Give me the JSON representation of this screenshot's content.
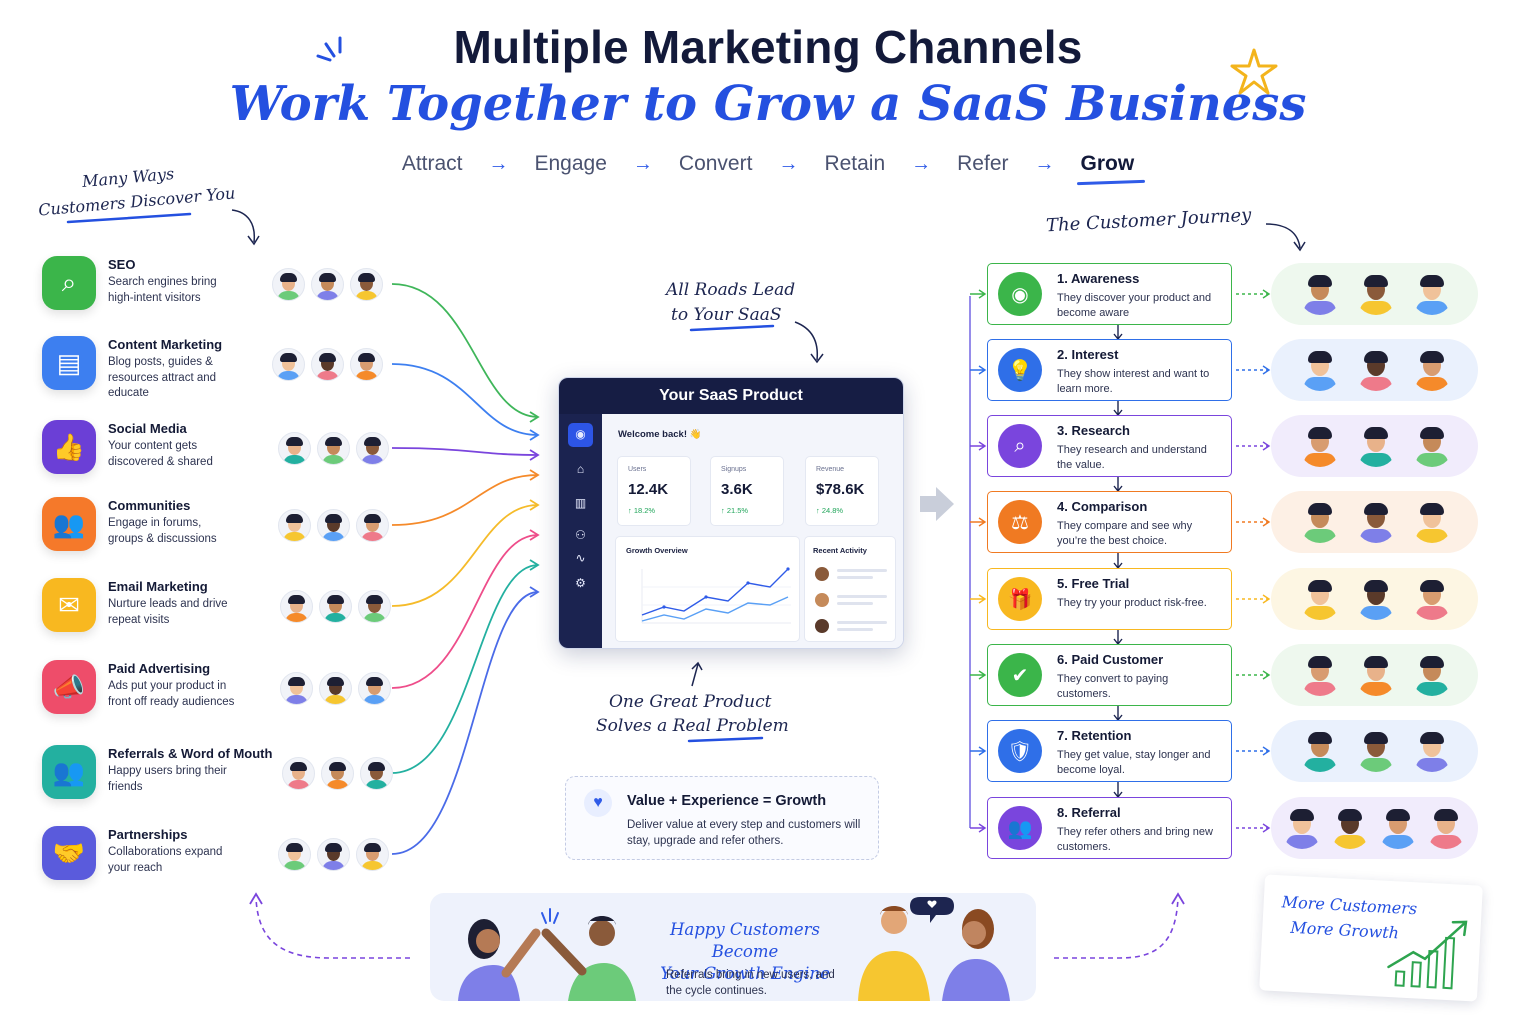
{
  "title": {
    "line1": "Multiple Marketing Channels",
    "line2": "Work Together to Grow a SaaS Business"
  },
  "flow_steps": [
    "Attract",
    "Engage",
    "Convert",
    "Retain",
    "Refer",
    "Grow"
  ],
  "flow_arrow": "→",
  "left_note": {
    "line1": "Many Ways",
    "line2": "Customers Discover You"
  },
  "channels": [
    {
      "title": "SEO",
      "desc": "Search engines bring high-intent visitors",
      "color": "#3bb54a",
      "icon": "search-icon",
      "glyph": "⌕",
      "line_color": "#3fb65a"
    },
    {
      "title": "Content Marketing",
      "desc": "Blog posts, guides & resources attract and educate",
      "color": "#3d7ff0",
      "icon": "document-icon",
      "glyph": "▤",
      "line_color": "#3d7ff0"
    },
    {
      "title": "Social Media",
      "desc": "Your content gets discovered & shared",
      "color": "#6b3fd6",
      "icon": "thumbs-up-icon",
      "glyph": "👍",
      "line_color": "#7a45dd"
    },
    {
      "title": "Communities",
      "desc": "Engage in forums, groups & discussions",
      "color": "#f5792a",
      "icon": "group-icon",
      "glyph": "👥",
      "line_color": "#f58a2a"
    },
    {
      "title": "Email Marketing",
      "desc": "Nurture leads and drive repeat visits",
      "color": "#f8b820",
      "icon": "envelope-icon",
      "glyph": "✉",
      "line_color": "#f5bb2a"
    },
    {
      "title": "Paid Advertising",
      "desc": "Ads put your product in front off ready audiences",
      "color": "#ee4d6a",
      "icon": "megaphone-icon",
      "glyph": "📣",
      "line_color": "#ee4d8a"
    },
    {
      "title": "Referrals & Word of Mouth",
      "desc": "Happy users bring their friends",
      "color": "#23b0a0",
      "icon": "people-icon",
      "glyph": "👥",
      "line_color": "#23b0a0"
    },
    {
      "title": "Partnerships",
      "desc": "Collaborations expand your reach",
      "color": "#5a5bdc",
      "icon": "handshake-icon",
      "glyph": "🤝",
      "line_color": "#4a6be8"
    }
  ],
  "center_note": {
    "line1": "All Roads Lead",
    "line2": "to Your SaaS"
  },
  "dashboard": {
    "header": "Your SaaS Product",
    "welcome": "Welcome back! 👋",
    "stats": [
      {
        "label": "Users",
        "value": "12.4K",
        "change": "↑ 18.2%"
      },
      {
        "label": "Signups",
        "value": "3.6K",
        "change": "↑ 21.5%"
      },
      {
        "label": "Revenue",
        "value": "$78.6K",
        "change": "↑ 24.8%"
      }
    ],
    "growth_title": "Growth Overview",
    "activity_title": "Recent Activity"
  },
  "product_note": {
    "line1": "One Great Product",
    "line2": "Solves a Real Problem"
  },
  "value_box": {
    "title": "Value + Experience = Growth",
    "desc": "Deliver value at every step and customers will stay, upgrade and refer others."
  },
  "journey_note": "The Customer Journey",
  "journey": [
    {
      "title": "1. Awareness",
      "desc": "They discover your product and become aware",
      "color": "#3bb54a",
      "pill": "#eef8ee",
      "icon": "eye-icon",
      "glyph": "◉"
    },
    {
      "title": "2. Interest",
      "desc": "They show interest and want to learn more.",
      "color": "#2f6fe8",
      "pill": "#eaf1fd",
      "icon": "lightbulb-icon",
      "glyph": "💡"
    },
    {
      "title": "3. Research",
      "desc": "They research and understand the value.",
      "color": "#7a45dd",
      "pill": "#f1ecfc",
      "icon": "magnifier-icon",
      "glyph": "⌕"
    },
    {
      "title": "4. Comparison",
      "desc": "They compare and see why you’re the best choice.",
      "color": "#f07a22",
      "pill": "#fdf0e5",
      "icon": "scales-icon",
      "glyph": "⚖"
    },
    {
      "title": "5. Free Trial",
      "desc": "They try your product risk-free.",
      "color": "#f8b820",
      "pill": "#fdf6e3",
      "icon": "gift-icon",
      "glyph": "🎁"
    },
    {
      "title": "6. Paid Customer",
      "desc": "They convert to paying customers.",
      "color": "#3bb54a",
      "pill": "#eef8ee",
      "icon": "check-badge-icon",
      "glyph": "✔"
    },
    {
      "title": "7. Retention",
      "desc": "They get value, stay longer and become loyal.",
      "color": "#2f6fe8",
      "pill": "#eaf1fd",
      "icon": "shield-heart-icon",
      "glyph": "🛡"
    },
    {
      "title": "8. Referral",
      "desc": "They refer others and bring new customers.",
      "color": "#7a45dd",
      "pill": "#f1ecfc",
      "icon": "people-icon",
      "glyph": "👥"
    }
  ],
  "banner": {
    "line1": "Happy Customers Become",
    "line2": "Your Growth Engine",
    "desc": "Referrals bring in new users, and the cycle continues."
  },
  "growth_note": {
    "line1": "More Customers",
    "line2": "More Growth"
  }
}
